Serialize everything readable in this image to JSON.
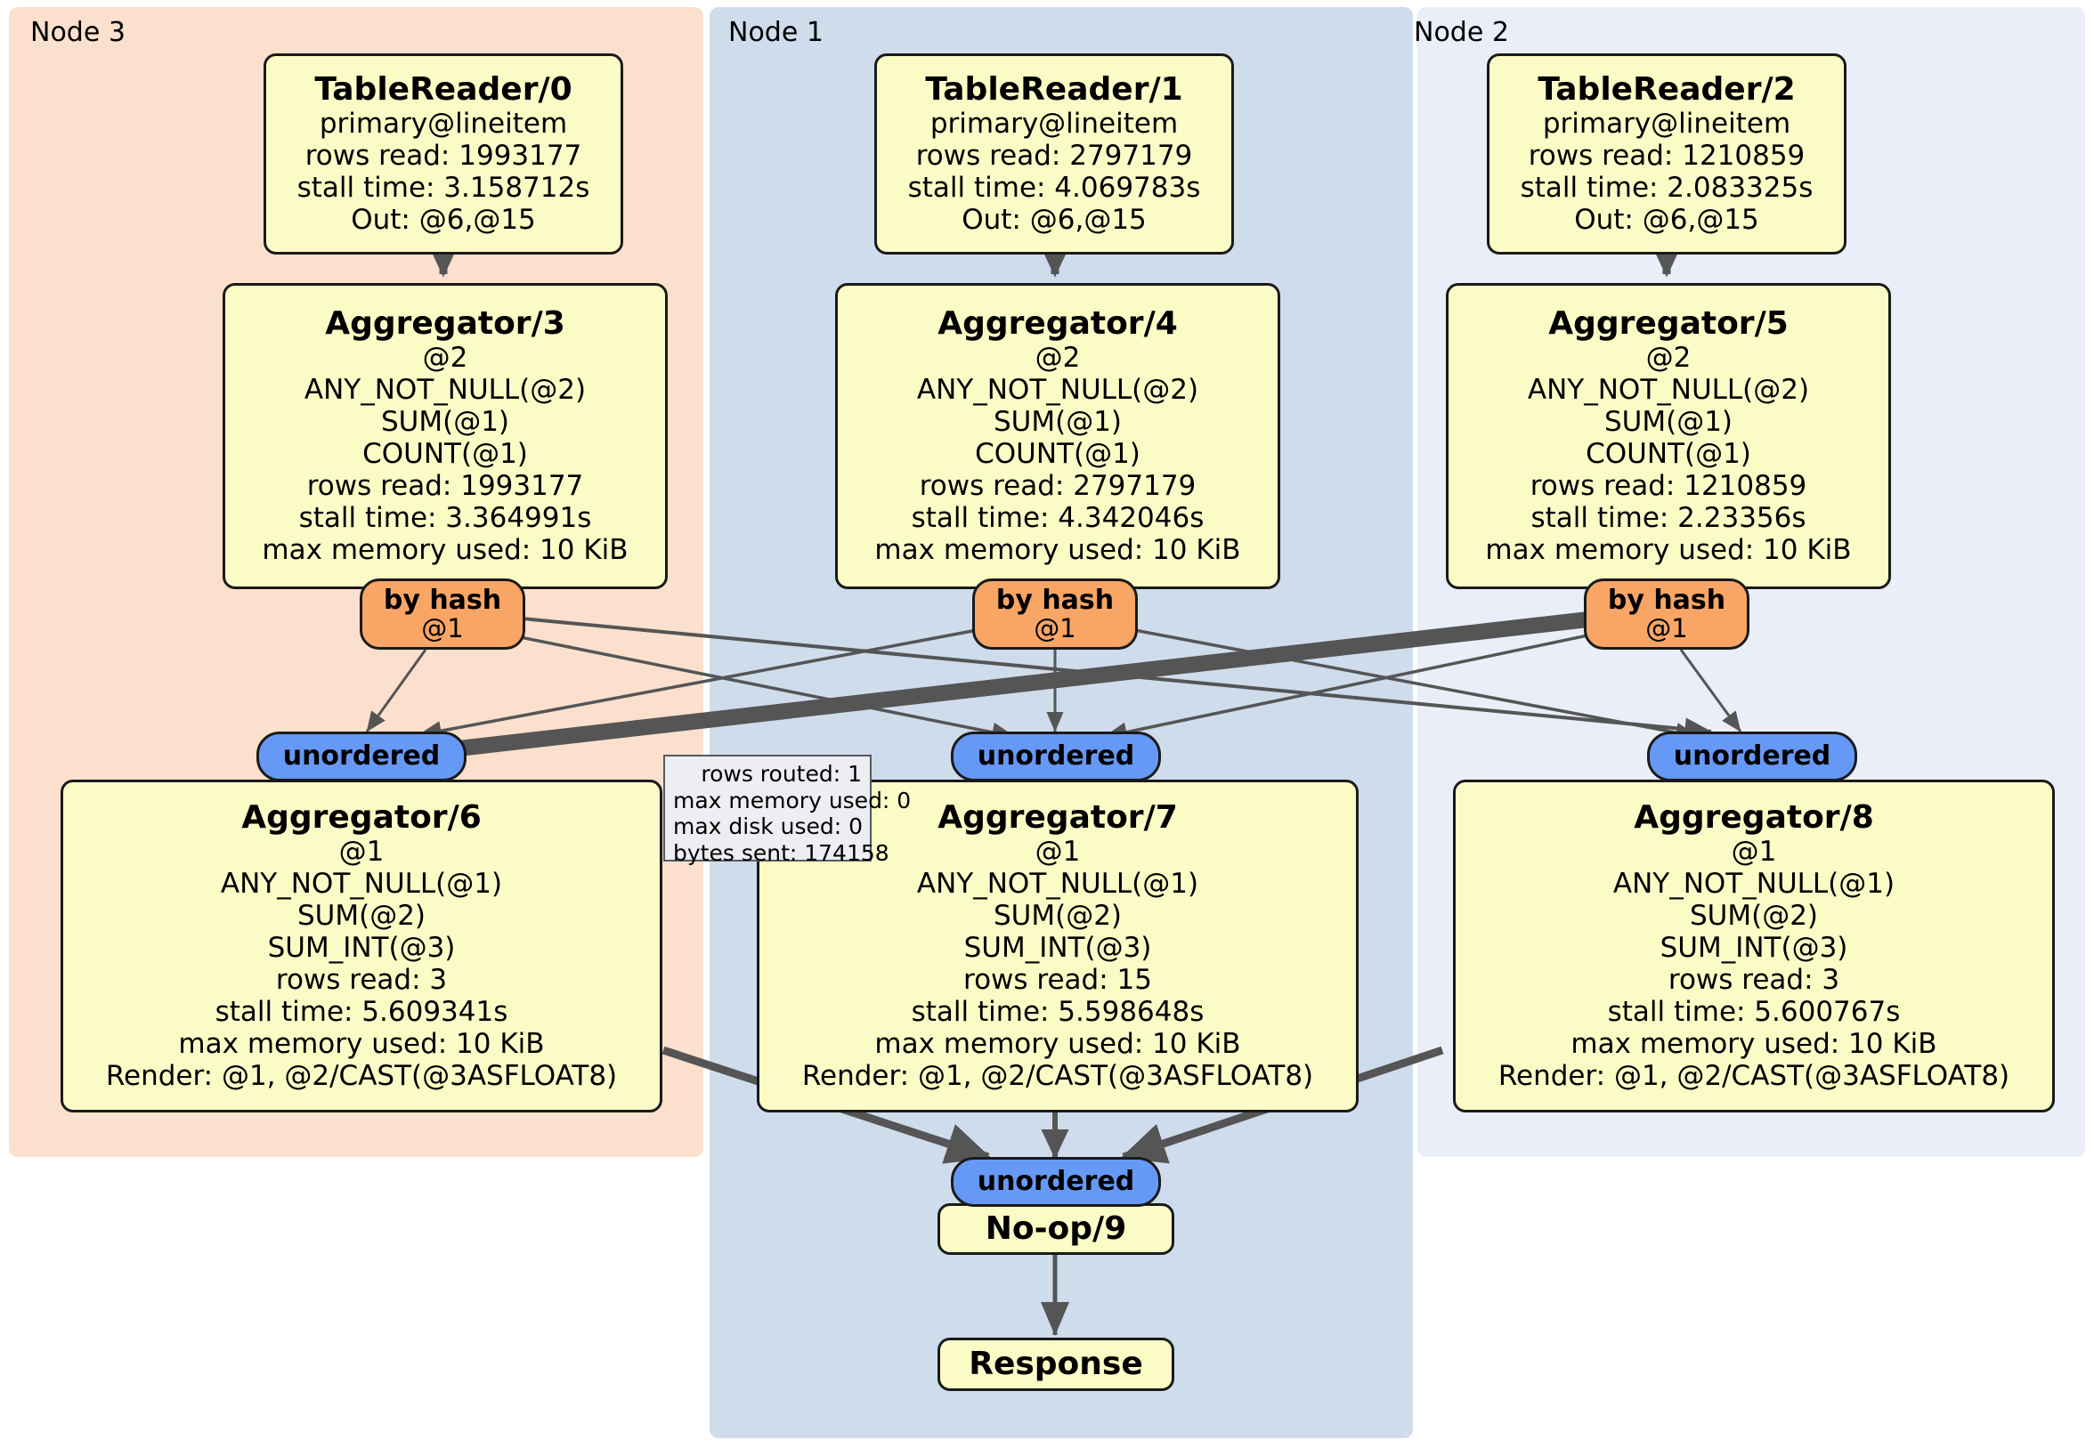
{
  "clusters": [
    {
      "label": "Node 3",
      "color": "#fbe0cd"
    },
    {
      "label": "Node 1",
      "color": "#cfdcec"
    },
    {
      "label": "Node 2",
      "color": "#e9eef8"
    }
  ],
  "colors": {
    "processor_fill": "#fbfbc6",
    "processor_stroke": "#1a1a1a",
    "router_fill": "#f8a565",
    "sync_fill": "#6699f5",
    "edge": "#555555",
    "statbox_fill": "#eceef2",
    "node3_bg": "#fbe0cd",
    "node1_bg": "#cfdcec",
    "node2_bg": "#e9eef8"
  },
  "processors": {
    "table_reader_0": {
      "title": "TableReader/0",
      "lines": [
        "primary@lineitem",
        "rows read: 1993177",
        "stall time: 3.158712s",
        "Out: @6,@15"
      ]
    },
    "table_reader_1": {
      "title": "TableReader/1",
      "lines": [
        "primary@lineitem",
        "rows read: 2797179",
        "stall time: 4.069783s",
        "Out: @6,@15"
      ]
    },
    "table_reader_2": {
      "title": "TableReader/2",
      "lines": [
        "primary@lineitem",
        "rows read: 1210859",
        "stall time: 2.083325s",
        "Out: @6,@15"
      ]
    },
    "aggregator_3": {
      "title": "Aggregator/3",
      "lines": [
        "@2",
        "ANY_NOT_NULL(@2)",
        "SUM(@1)",
        "COUNT(@1)",
        "rows read: 1993177",
        "stall time: 3.364991s",
        "max memory used: 10 KiB"
      ]
    },
    "aggregator_4": {
      "title": "Aggregator/4",
      "lines": [
        "@2",
        "ANY_NOT_NULL(@2)",
        "SUM(@1)",
        "COUNT(@1)",
        "rows read: 2797179",
        "stall time: 4.342046s",
        "max memory used: 10 KiB"
      ]
    },
    "aggregator_5": {
      "title": "Aggregator/5",
      "lines": [
        "@2",
        "ANY_NOT_NULL(@2)",
        "SUM(@1)",
        "COUNT(@1)",
        "rows read: 1210859",
        "stall time: 2.23356s",
        "max memory used: 10 KiB"
      ]
    },
    "aggregator_6": {
      "title": "Aggregator/6",
      "lines": [
        "@1",
        "ANY_NOT_NULL(@1)",
        "SUM(@2)",
        "SUM_INT(@3)",
        "rows read: 3",
        "stall time: 5.609341s",
        "max memory used: 10 KiB",
        "Render: @1, @2/CAST(@3ASFLOAT8)"
      ]
    },
    "aggregator_7": {
      "title": "Aggregator/7",
      "lines": [
        "@1",
        "ANY_NOT_NULL(@1)",
        "SUM(@2)",
        "SUM_INT(@3)",
        "rows read: 15",
        "stall time: 5.598648s",
        "max memory used: 10 KiB",
        "Render: @1, @2/CAST(@3ASFLOAT8)"
      ]
    },
    "aggregator_8": {
      "title": "Aggregator/8",
      "lines": [
        "@1",
        "ANY_NOT_NULL(@1)",
        "SUM(@2)",
        "SUM_INT(@3)",
        "rows read: 3",
        "stall time: 5.600767s",
        "max memory used: 10 KiB",
        "Render: @1, @2/CAST(@3ASFLOAT8)"
      ]
    },
    "noop_9": {
      "title": "No-op/9",
      "lines": []
    },
    "response": {
      "title": "Response",
      "lines": []
    }
  },
  "routers": {
    "by_hash_3": {
      "title": "by hash",
      "sub": "@1"
    },
    "by_hash_4": {
      "title": "by hash",
      "sub": "@1"
    },
    "by_hash_5": {
      "title": "by hash",
      "sub": "@1"
    }
  },
  "synchronizers": {
    "unordered_6": {
      "title": "unordered"
    },
    "unordered_7": {
      "title": "unordered"
    },
    "unordered_8": {
      "title": "unordered"
    },
    "unordered_9": {
      "title": "unordered"
    }
  },
  "stats_box": {
    "lines": [
      "rows routed: 1",
      "max memory used: 0",
      "max disk used: 0",
      "bytes sent: 174158"
    ]
  }
}
